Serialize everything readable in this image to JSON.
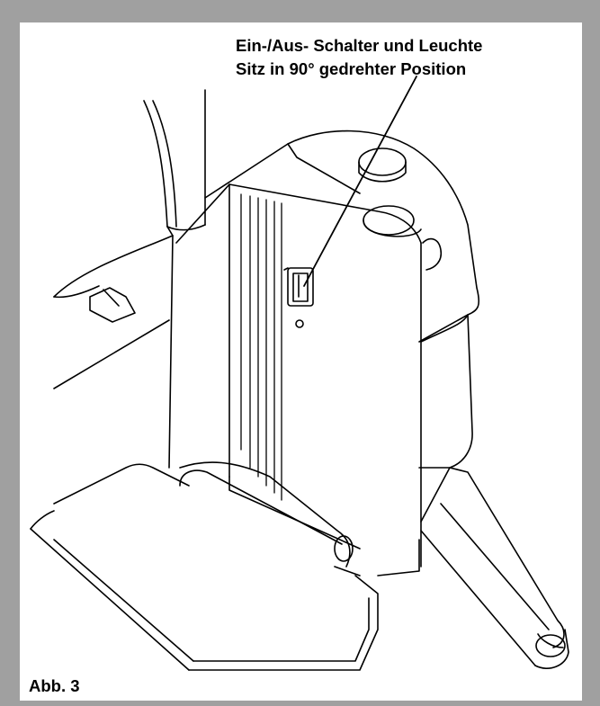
{
  "figure": {
    "callout_line1": "Ein-/Aus- Schalter und Leuchte",
    "callout_line2": "Sitz in 90° gedrehter Position",
    "caption": "Abb. 3"
  },
  "colors": {
    "frame": "#a0a0a0",
    "line": "#000000",
    "background": "#ffffff"
  }
}
